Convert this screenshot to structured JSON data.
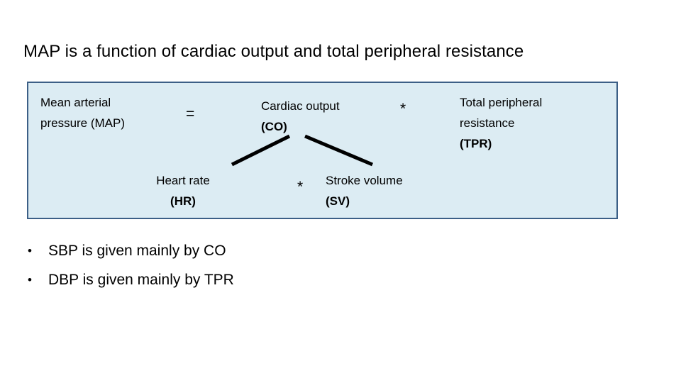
{
  "slide": {
    "title": "MAP is a function of cardiac output and total peripheral resistance",
    "background_color": "#ffffff"
  },
  "equation_box": {
    "fill_color": "#dcecf3",
    "border_color": "#3c5f86",
    "terms": {
      "map": {
        "name": "Mean arterial pressure (MAP)",
        "line1": "Mean arterial",
        "line2": "pressure (MAP)"
      },
      "co": {
        "name": "Cardiac output (CO)",
        "line1": "Cardiac output",
        "abbr": "(CO)"
      },
      "tpr": {
        "name": "Total peripheral resistance (TPR)",
        "line1": "Total peripheral",
        "line2": "resistance",
        "abbr": "(TPR)"
      },
      "hr": {
        "name": "Heart rate (HR)",
        "line1": "Heart rate",
        "abbr": "(HR)"
      },
      "sv": {
        "name": "Stroke volume (SV)",
        "line1": "Stroke volume",
        "abbr": "(SV)"
      }
    },
    "operators": {
      "equals": "=",
      "multiply_top": "*",
      "multiply_bottom": "*"
    }
  },
  "bullets": [
    {
      "marker": "•",
      "text": "SBP is given mainly by CO"
    },
    {
      "marker": "•",
      "text": "DBP is given mainly by TPR"
    }
  ]
}
